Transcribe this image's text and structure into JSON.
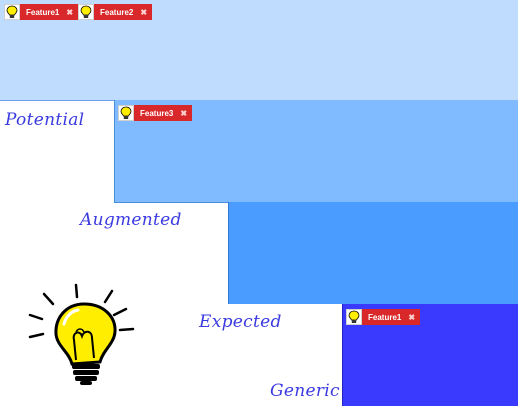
{
  "layers": {
    "potential": {
      "label": "Potential",
      "color": "#bfdcff"
    },
    "augmented": {
      "label": "Augmented",
      "color": "#80bbff"
    },
    "expected": {
      "label": "Expected",
      "color": "#4a9cff"
    },
    "generic": {
      "label": "Generic",
      "color": "#3a3aff"
    }
  },
  "chips": {
    "c1": {
      "label": "Feature1",
      "remove": "✖",
      "icon": "lightbulb-icon"
    },
    "c2": {
      "label": "Feature2",
      "remove": "✖",
      "icon": "lightbulb-icon"
    },
    "c3": {
      "label": "Feature3",
      "remove": "✖",
      "icon": "lightbulb-icon"
    },
    "c4": {
      "label": "Feature1",
      "remove": "✖",
      "icon": "lightbulb-icon"
    }
  },
  "illustration": {
    "icon": "lightbulb-icon",
    "color": "#ffee00"
  }
}
